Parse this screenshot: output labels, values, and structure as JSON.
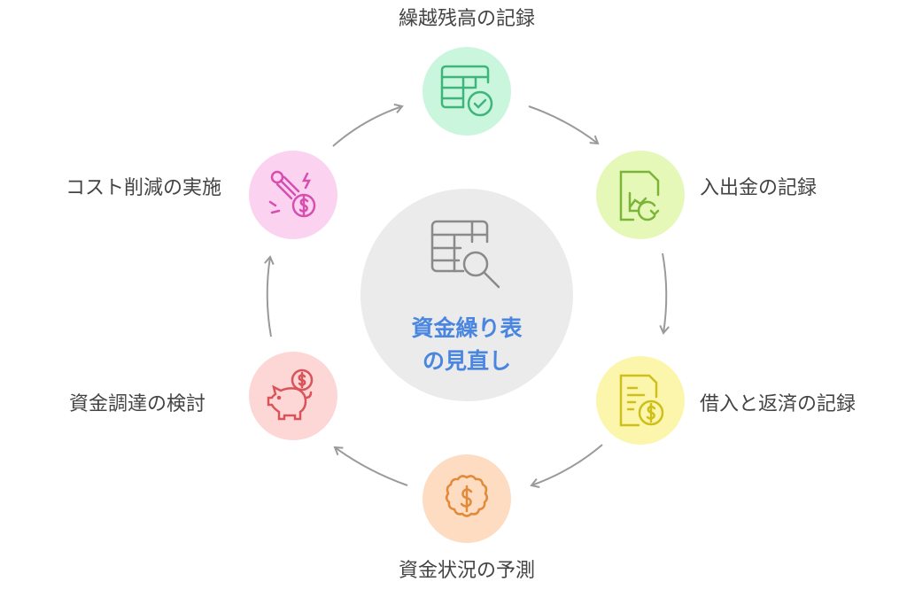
{
  "center": {
    "title_line1": "資金繰り表",
    "title_line2": "の見直し",
    "icon": "table-search-icon",
    "title_color": "#4a86e0",
    "bg_color": "#ebebeb"
  },
  "steps": [
    {
      "label": "繰越残高の記録",
      "icon": "table-check-icon",
      "bg": "#c9f6dd",
      "fg": "#3fb57a"
    },
    {
      "label": "入出金の記録",
      "icon": "chart-document-refresh-icon",
      "bg": "#e6f8b8",
      "fg": "#7ab53a"
    },
    {
      "label": "借入と返済の記録",
      "icon": "document-dollar-icon",
      "bg": "#fcf6ac",
      "fg": "#cfbf1a"
    },
    {
      "label": "資金状況の予測",
      "icon": "dollar-badge-icon",
      "bg": "#fddcc2",
      "fg": "#e08a3a"
    },
    {
      "label": "資金調達の検討",
      "icon": "piggy-bank-icon",
      "bg": "#fdd6d6",
      "fg": "#d9545a"
    },
    {
      "label": "コスト削減の実施",
      "icon": "cost-cut-icon",
      "bg": "#fbd2ef",
      "fg": "#d64fb0"
    }
  ],
  "arrow_color": "#9a9a9a"
}
